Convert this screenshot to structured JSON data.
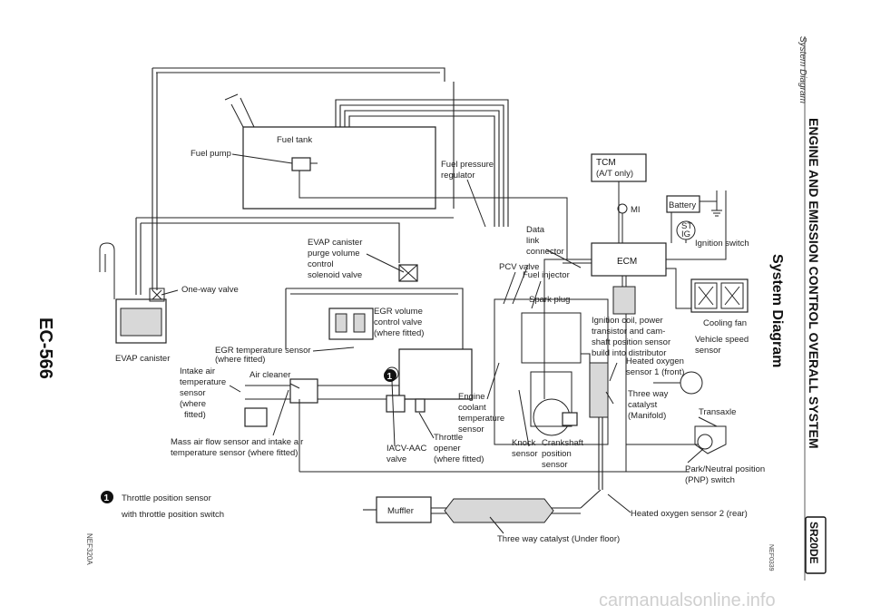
{
  "page_id": "EC-566",
  "side_ref_left": "NEF320A",
  "side_ref_right": "NEF0339",
  "header": {
    "section_label": "System Diagram",
    "chapter_title": "ENGINE AND EMISSION CONTROL OVERALL SYSTEM",
    "engine_badge": "SR20DE"
  },
  "diagram_title": "System Diagram",
  "watermark": "carmanualsonline.info",
  "labels": {
    "fuel_tank": "Fuel tank",
    "fuel_pump": "Fuel pump",
    "fuel_pressure_regulator_1": "Fuel pressure",
    "fuel_pressure_regulator_2": "regulator",
    "tcm_1": "TCM",
    "tcm_2": "(A/T only)",
    "battery": "Battery",
    "mi": "MI",
    "st": "ST",
    "ig": "IG",
    "ignition_switch": "Ignition switch",
    "data_link_1": "Data",
    "data_link_2": "link",
    "data_link_3": "connector",
    "ecm": "ECM",
    "evap_purge_1": "EVAP canister",
    "evap_purge_2": "purge volume",
    "evap_purge_3": "control",
    "evap_purge_4": "solenoid valve",
    "pcv_valve": "PCV valve",
    "fuel_injector": "Fuel injector",
    "one_way_valve": "One-way valve",
    "spark_plug": "Spark plug",
    "egr_volume_1": "EGR volume",
    "egr_volume_2": "control valve",
    "egr_volume_3": "(where fitted)",
    "ign_coil_1": "Ignition coil, power",
    "ign_coil_2": "transistor and cam-",
    "ign_coil_3": "shaft position sensor",
    "ign_coil_4": "build into distributor",
    "cooling_fan": "Cooling fan",
    "vehicle_speed_1": "Vehicle speed",
    "vehicle_speed_2": "sensor",
    "evap_canister": "EVAP canister",
    "egr_temp_1": "EGR temperature sensor",
    "egr_temp_2": "(where fitted)",
    "intake_air_1": "Intake air",
    "intake_air_2": "temperature",
    "intake_air_3": "sensor",
    "intake_air_4": "(where",
    "intake_air_5": "fitted)",
    "air_cleaner": "Air cleaner",
    "ho2s1_1": "Heated oxygen",
    "ho2s1_2": "sensor 1 (front)",
    "twc_1": "Three way",
    "twc_2": "catalyst",
    "twc_3": "(Manifold)",
    "ect_1": "Engine",
    "ect_2": "coolant",
    "ect_3": "temperature",
    "ect_4": "sensor",
    "transaxle": "Transaxle",
    "maf_1": "Mass air flow sensor and intake air",
    "maf_2": "temperature sensor (where fitted)",
    "iacv_1": "IACV-AAC",
    "iacv_2": "valve",
    "throttle_opener_1": "Throttle",
    "throttle_opener_2": "opener",
    "throttle_opener_3": "(where fitted)",
    "knock_1": "Knock",
    "knock_2": "sensor",
    "ckp_1": "Crankshaft",
    "ckp_2": "position",
    "ckp_3": "sensor",
    "pnp_1": "Park/Neutral position",
    "pnp_2": "(PNP) switch",
    "legend_num": "1",
    "legend_1": "Throttle position sensor",
    "legend_2": "with throttle position switch",
    "muffler": "Muffler",
    "ho2s2": "Heated oxygen sensor 2 (rear)",
    "twc_under": "Three way catalyst (Under floor)"
  }
}
